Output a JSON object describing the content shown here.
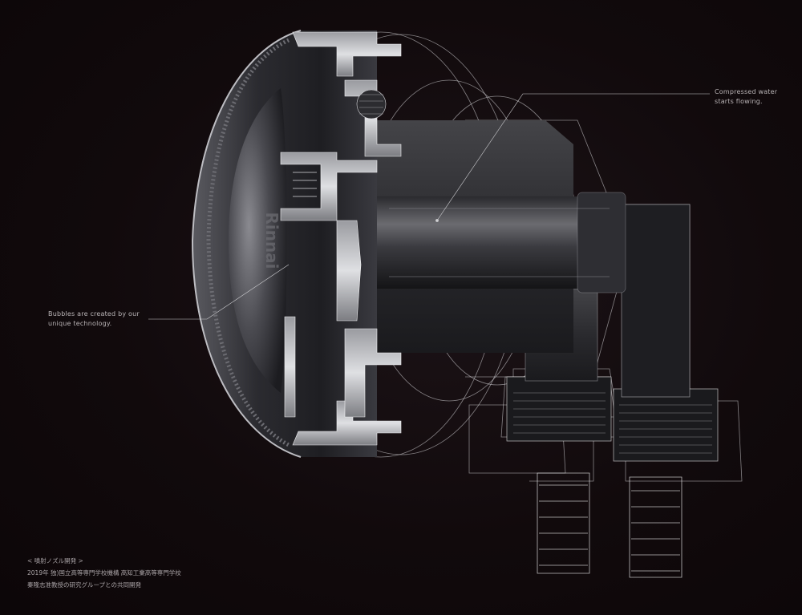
{
  "callouts": {
    "compressed_water": {
      "line1": "Compressed water",
      "line2": "starts flowing."
    },
    "bubbles": {
      "line1": "Bubbles are created by our",
      "line2": "unique technology."
    }
  },
  "product": {
    "engraved_logo": "Rinnai"
  },
  "credits": {
    "title": "< 噴射ノズル開発 >",
    "line1": "2019年 独)国立高等専門学校機構 高知工業高等専門学校",
    "line2": "秦隆志准教授の研究グループとの共同開発"
  },
  "colors": {
    "background": "#120a0c",
    "metal_light": "#d9dadc",
    "metal_dark": "#3a3a3e",
    "wire": "#e8e8ea"
  }
}
